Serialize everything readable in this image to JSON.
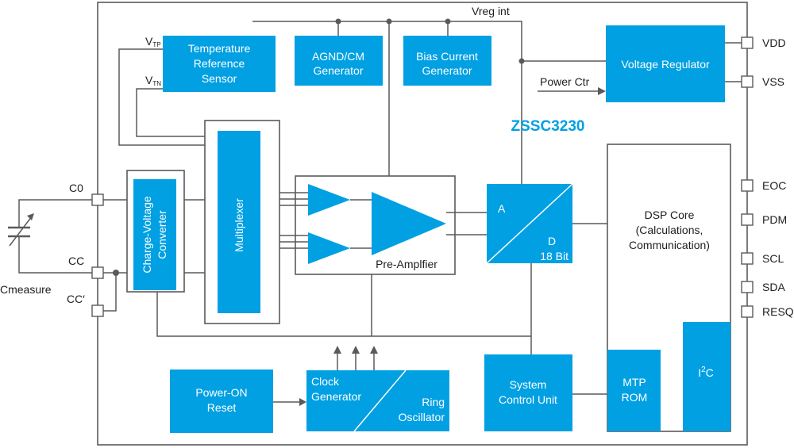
{
  "chip_name": "ZSSC3230",
  "blocks": {
    "temp_sensor": [
      "Temperature",
      "Reference",
      "Sensor"
    ],
    "agnd": [
      "AGND/CM",
      "Generator"
    ],
    "bias": [
      "Bias Current",
      "Generator"
    ],
    "vreg": "Voltage Regulator",
    "cv_converter": [
      "Charge-Voltage",
      "Converter"
    ],
    "mux": "Multiplexer",
    "preamp": "Pre-Amplfier",
    "adc_a": "A",
    "adc_d": "D",
    "adc_bits": "18 Bit",
    "dsp": [
      "DSP Core",
      "(Calculations,",
      "Communication)"
    ],
    "mtp": [
      "MTP",
      "ROM"
    ],
    "i2c": "I",
    "i2c_sup": "2",
    "i2c_tail": "C",
    "por": [
      "Power-ON",
      "Reset"
    ],
    "clock": [
      "Clock",
      "Generator"
    ],
    "ring": [
      "Ring",
      "Oscillator"
    ],
    "scu": [
      "System",
      "Control Unit"
    ]
  },
  "signals": {
    "vreg_int": "Vreg int",
    "power_ctr": "Power Ctr",
    "vtp_main": "V",
    "vtp_sub": "TP",
    "vtn_main": "V",
    "vtn_sub": "TN"
  },
  "pins": {
    "left": [
      "C0",
      "CC",
      "CC′"
    ],
    "right": [
      "VDD",
      "VSS",
      "EOC",
      "PDM",
      "SCL",
      "SDA",
      "RESQ"
    ]
  },
  "external": {
    "cmeasure": "Cmeasure"
  },
  "colors": {
    "block": "#00a0e3",
    "line": "#5a5a5a",
    "title": "#00a0e3"
  }
}
